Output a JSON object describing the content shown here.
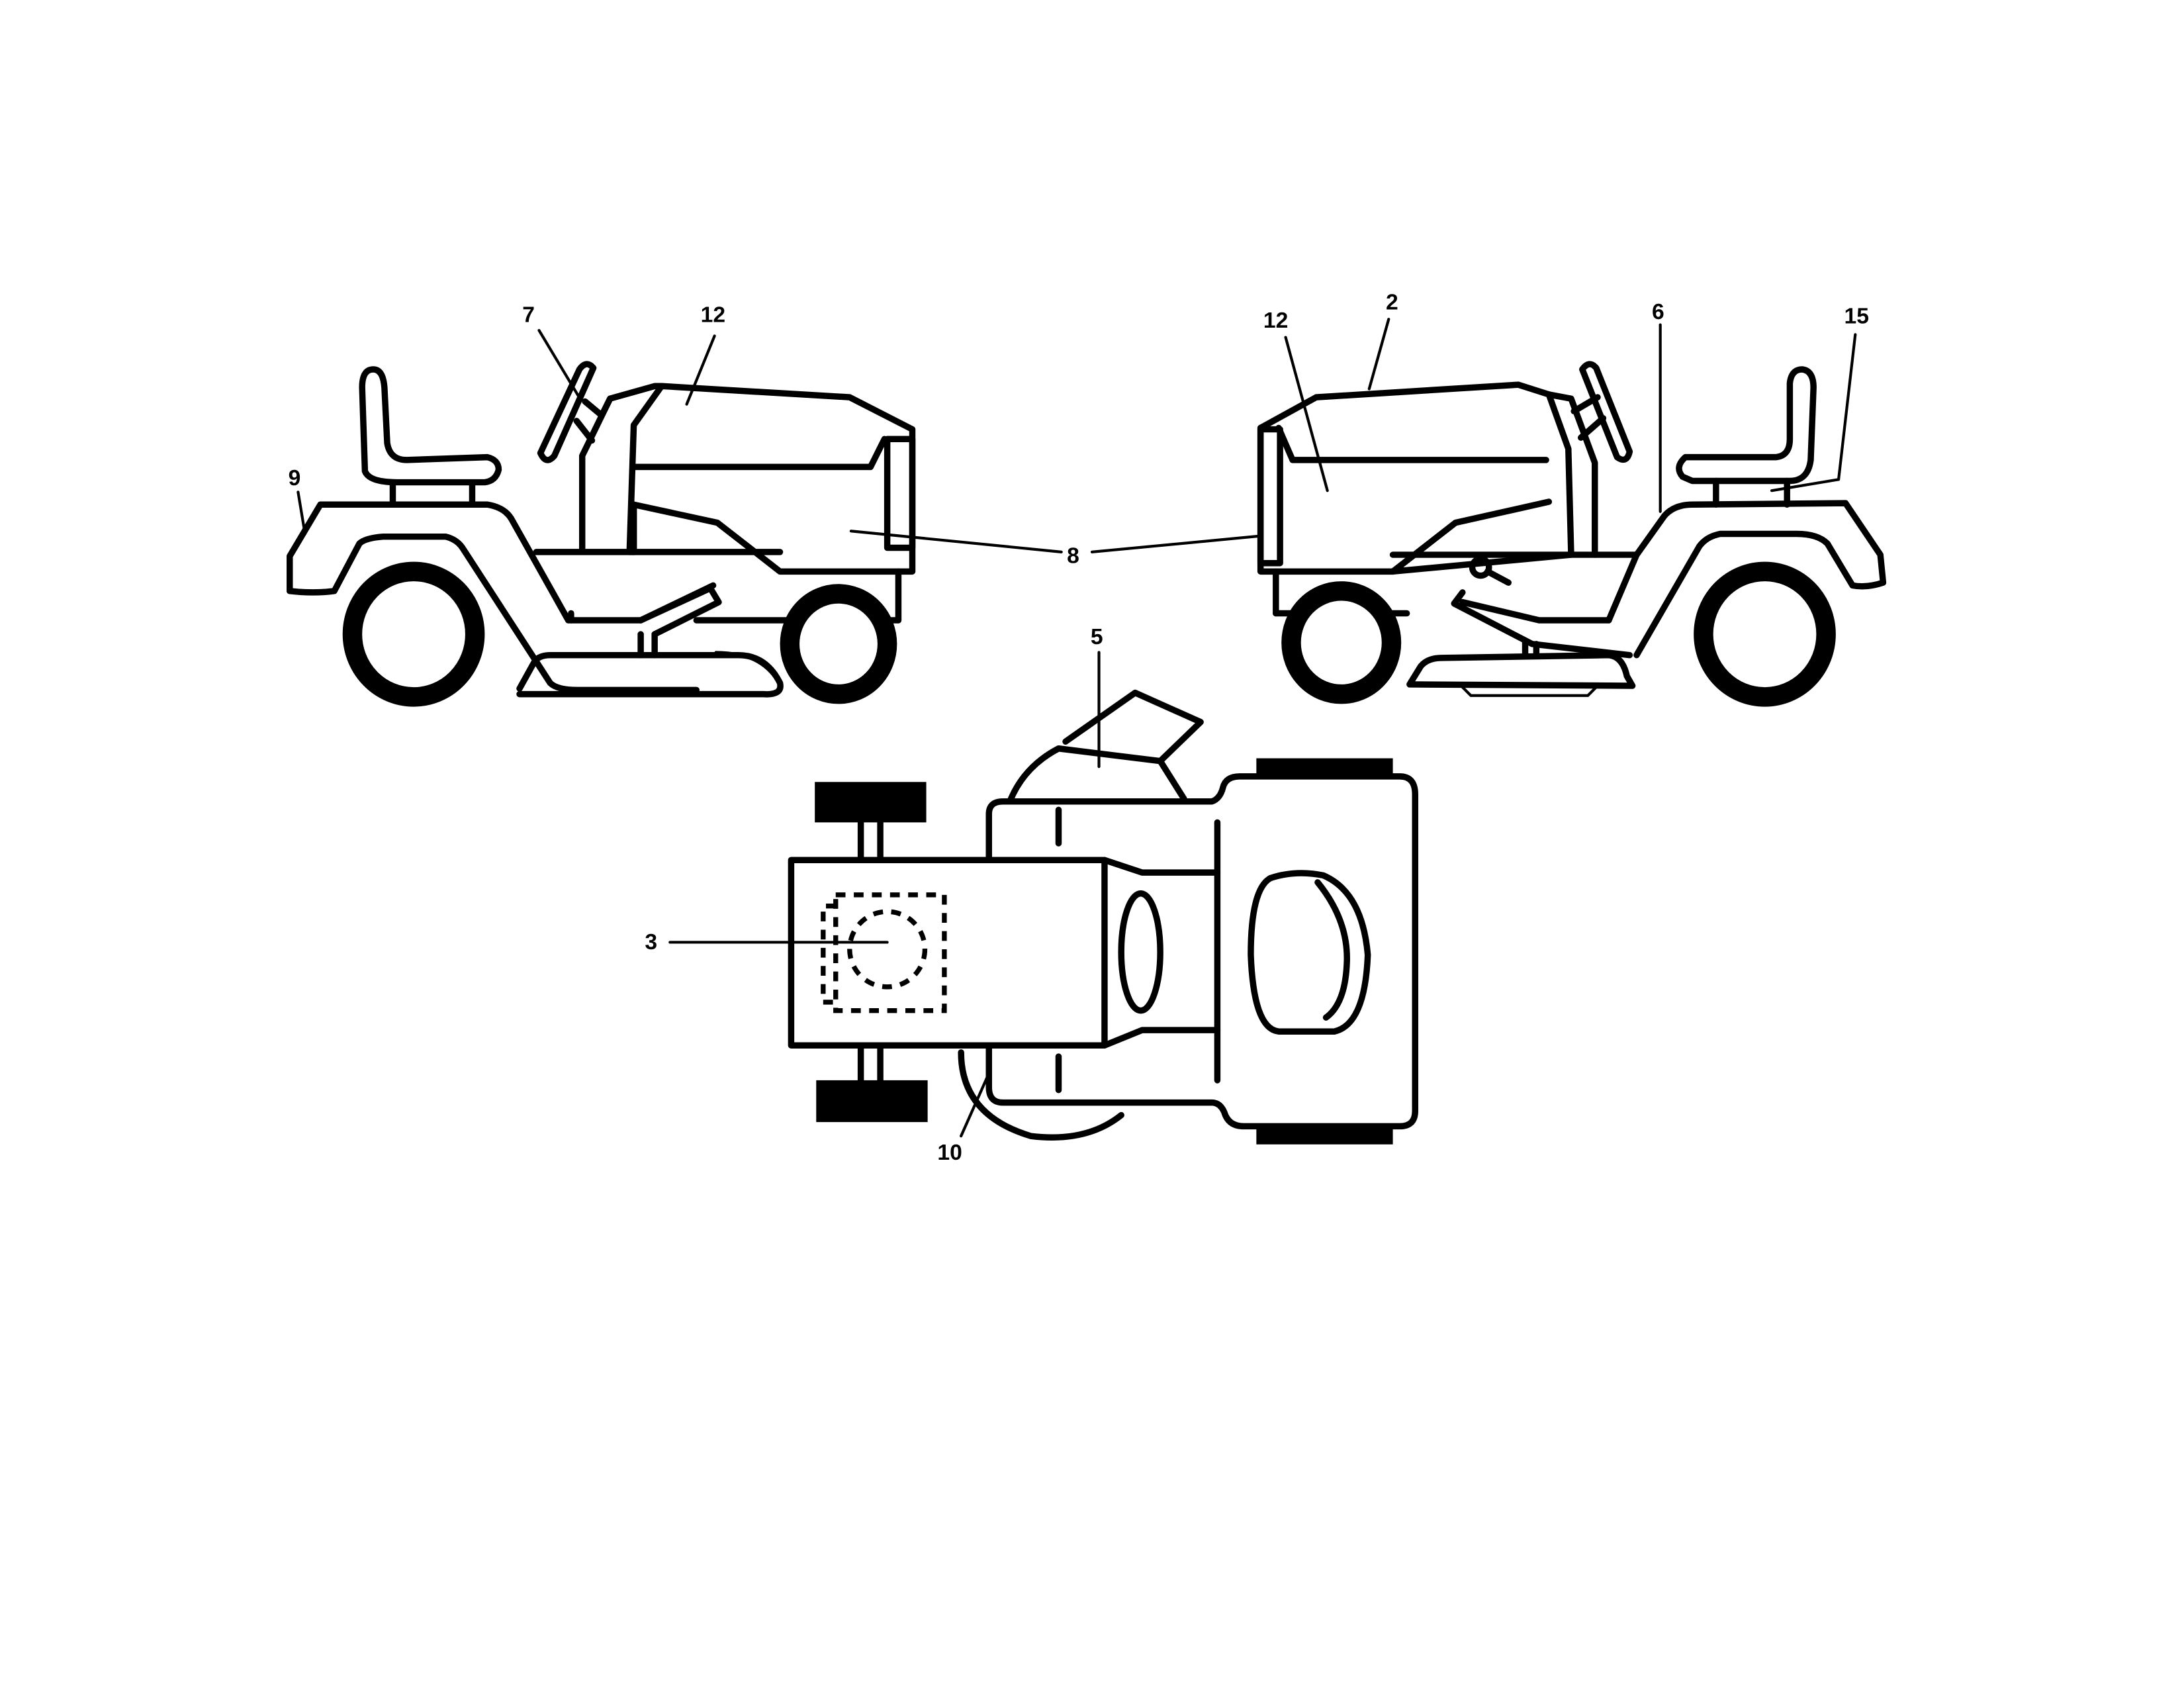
{
  "diagram": {
    "views": [
      {
        "id": "left-side-view",
        "label": "Left side view of riding mower"
      },
      {
        "id": "right-side-view",
        "label": "Right side view of riding mower"
      },
      {
        "id": "top-view",
        "label": "Top view of riding mower"
      }
    ],
    "callouts": {
      "left_7": "7",
      "left_12": "12",
      "left_9": "9",
      "center_8": "8",
      "right_12": "12",
      "right_2": "2",
      "right_6": "6",
      "right_15": "15",
      "top_5": "5",
      "top_3": "3",
      "top_10": "10"
    },
    "colors": {
      "line": "#000000",
      "background": "#ffffff"
    }
  }
}
